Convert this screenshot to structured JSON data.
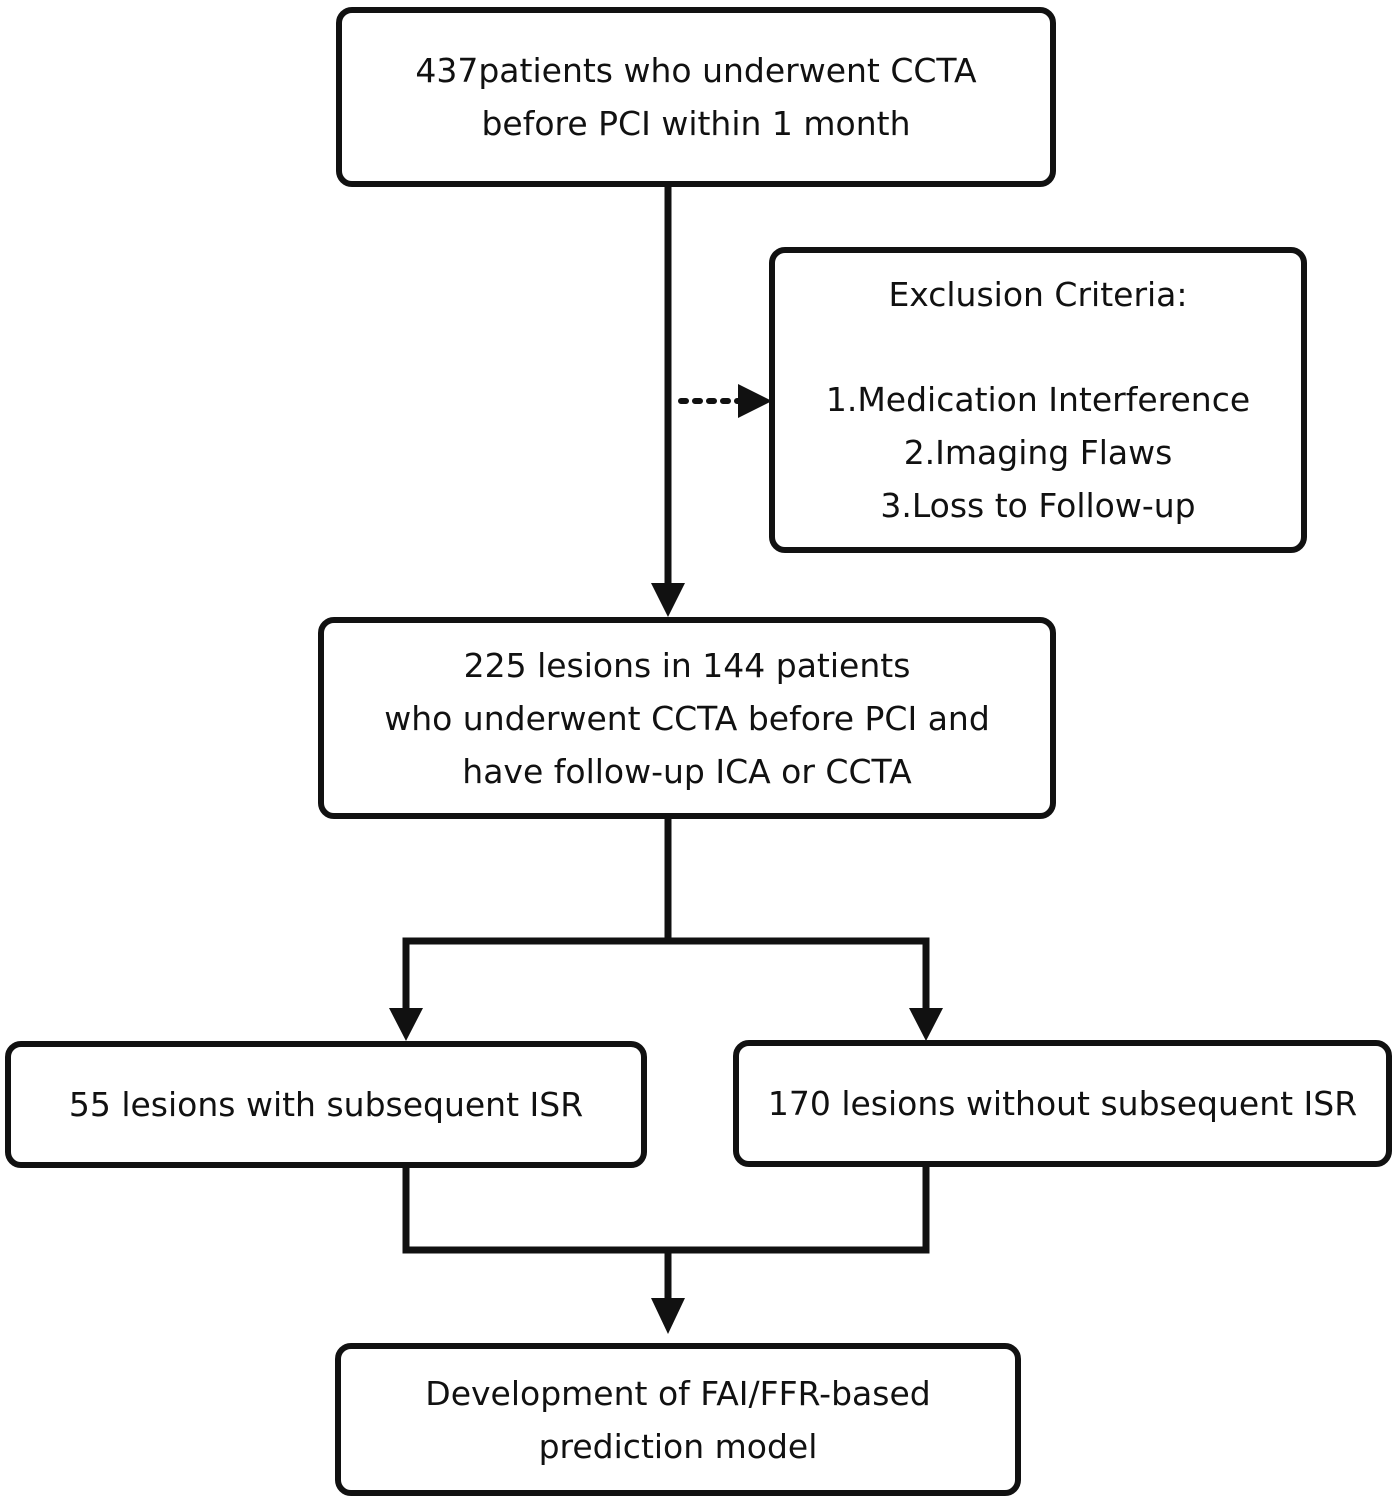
{
  "flowchart": {
    "start_box": {
      "lines": [
        "437patients who underwent CCTA",
        "before PCI within 1 month"
      ]
    },
    "exclusion_box": {
      "heading": "Exclusion Criteria:",
      "items": [
        "1.Medication Interference",
        "2.Imaging Flaws",
        "3.Loss to Follow-up"
      ]
    },
    "included_box": {
      "lines": [
        "225 lesions in 144 patients",
        "who underwent CCTA  before PCI and",
        "have follow-up ICA or CCTA"
      ]
    },
    "isr_box": {
      "label": "55 lesions with subsequent ISR"
    },
    "no_isr_box": {
      "label": "170 lesions without subsequent ISR"
    },
    "final_box": {
      "lines": [
        "Development of  FAI/FFR-based",
        "prediction model"
      ]
    }
  },
  "colors": {
    "stroke": "#111111",
    "background": "#ffffff"
  }
}
